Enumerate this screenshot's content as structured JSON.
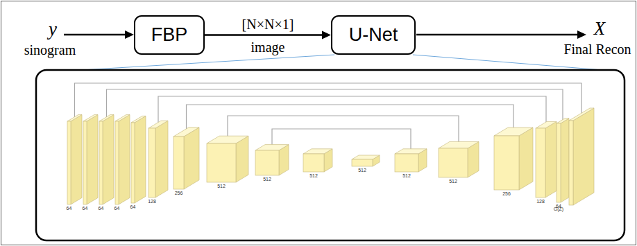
{
  "diagram": {
    "nodes": [
      {
        "text": [
          "FBP"
        ]
      },
      {
        "text": [
          "U-Net"
        ]
      }
    ],
    "edges": [
      {
        "from": 0,
        "to": 1,
        "arrow": "to",
        "label": "[N×N×1]"
      }
    ],
    "labels": [
      "y",
      "sinogram",
      "image",
      "X",
      "Final Recon",
      "64",
      "64",
      "64",
      "64",
      "64",
      "128",
      "256",
      "512",
      "512",
      "512",
      "512",
      "512",
      "512",
      "256",
      "128",
      "64",
      "G(Z)"
    ]
  }
}
